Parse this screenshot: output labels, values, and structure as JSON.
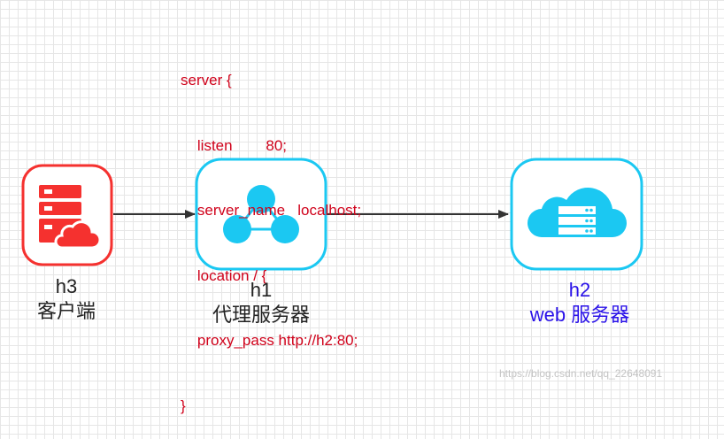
{
  "config": {
    "lines": [
      "server {",
      "    listen        80;",
      "    server_name   localhost;",
      "    location / {",
      "    proxy_pass http://h2:80;",
      "}"
    ],
    "color": "#d0021b"
  },
  "nodes": {
    "h3": {
      "name": "h3",
      "role": "客户端",
      "icon": "server-cloud-icon",
      "color": "#f5312f"
    },
    "h1": {
      "name": "h1",
      "role": "代理服务器",
      "icon": "share-network-icon",
      "color": "#1bc8f2"
    },
    "h2": {
      "name": "h2",
      "role": "web 服务器",
      "icon": "cloud-server-icon",
      "color": "#1bc8f2",
      "label_color": "#2a12e8"
    }
  },
  "edges": [
    {
      "from": "h3",
      "to": "h1"
    },
    {
      "from": "h1",
      "to": "h2"
    }
  ],
  "watermark": "https://blog.csdn.net/qq_22648091"
}
